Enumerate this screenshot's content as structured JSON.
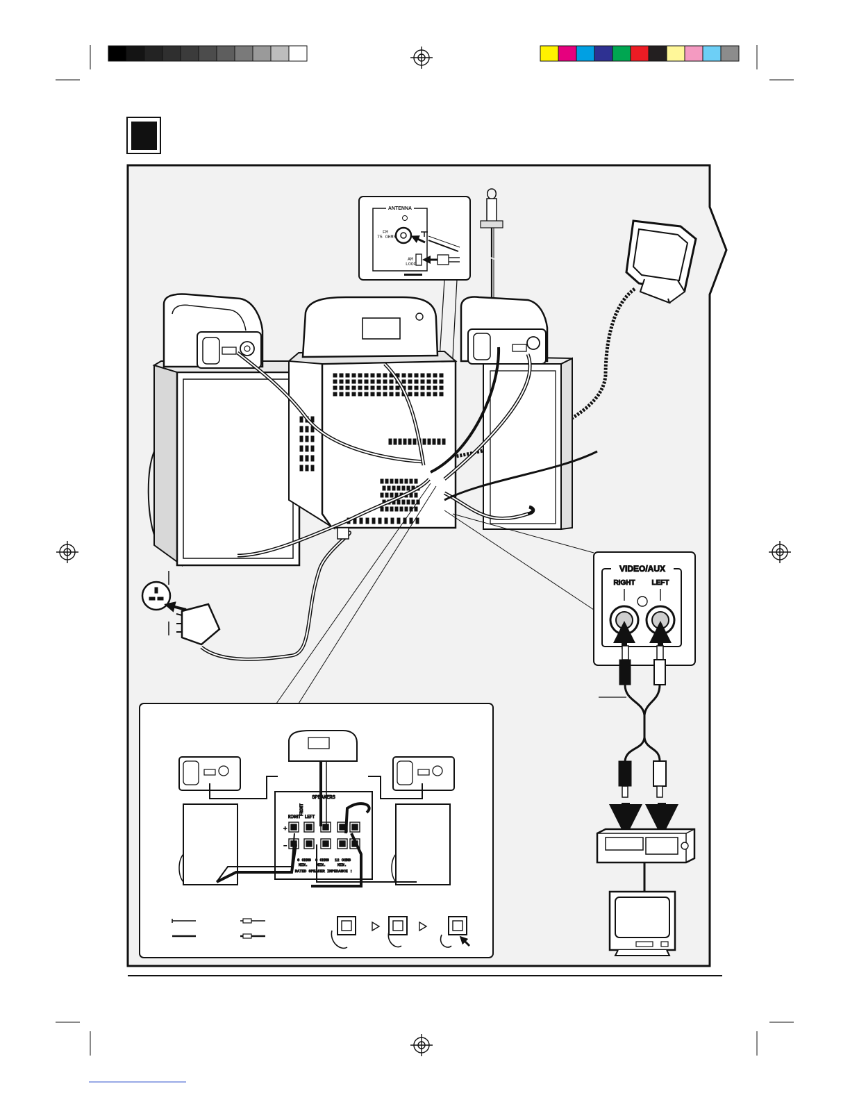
{
  "labels": {
    "antenna": "ANTENNA",
    "fm": "FM",
    "ohms75": "75 OHMS",
    "am": "AM",
    "loop": "LOOP",
    "video_aux": "VIDEO/AUX",
    "right": "RIGHT",
    "left": "LEFT",
    "speakers": "SPEAKERS",
    "front": "FRONT",
    "spk_right": "RIGHT",
    "spk_left": "LEFT",
    "ohms6": "6 OHMS",
    "ohms12": "12 OHMS",
    "min": "MIN.",
    "rated_impedance": "RATED SPEAKER IMPEDANCE :"
  },
  "colors": {
    "ink": "#111111",
    "panel": "#f2f2f2",
    "cable": "#222222"
  },
  "registration_bars": {
    "grays": [
      "#000000",
      "#141414",
      "#232323",
      "#2f2f2f",
      "#3b3b3b",
      "#4c4c4c",
      "#5e5e5e",
      "#7a7a7a",
      "#9a9a9a",
      "#bdbdbd",
      "#ffffff"
    ],
    "colors": [
      "#fff200",
      "#e6007e",
      "#00a0e3",
      "#2e3192",
      "#00a651",
      "#ed1c24",
      "#231f20",
      "#fff799",
      "#f49ac1",
      "#6dcff6",
      "#8c8c8c"
    ]
  },
  "icons": {
    "section_marker": "black-square-icon",
    "registration": "crosshair-registration-icon",
    "arrow": "arrow-icon"
  }
}
